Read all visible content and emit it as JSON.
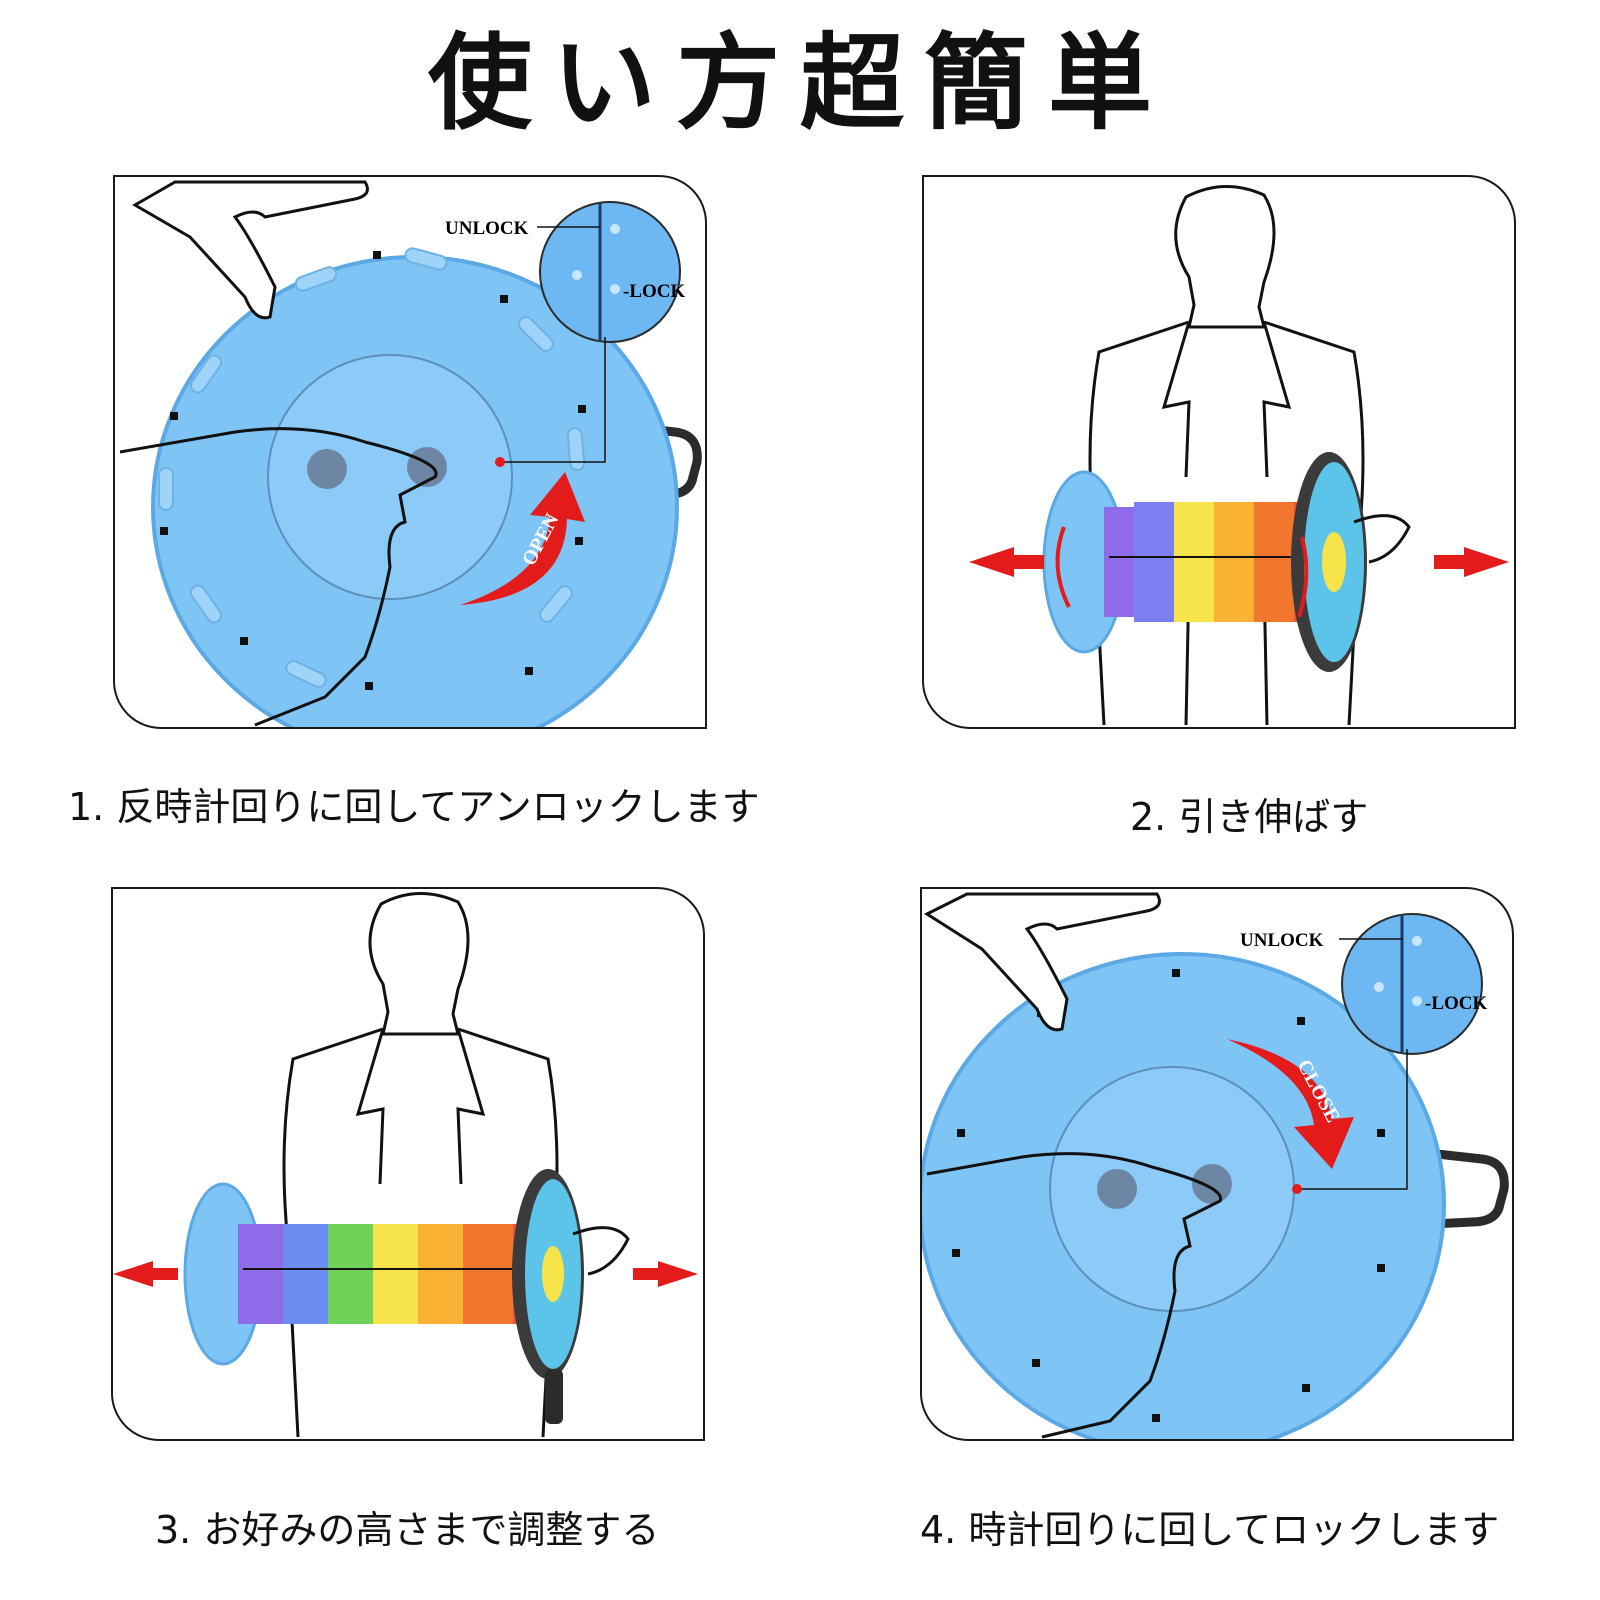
{
  "title": "使い方超簡単",
  "steps": [
    {
      "caption": "1. 反時計回りに回してアンロックします",
      "unlock_label": "UNLOCK",
      "lock_label": "-LOCK",
      "arrow_label": "OPEN"
    },
    {
      "caption": "2. 引き伸ばす"
    },
    {
      "caption": "3. お好みの高さまで調整する"
    },
    {
      "caption": "4. 時計回りに回してロックします",
      "unlock_label": "UNLOCK",
      "lock_label": "-LOCK",
      "arrow_label": "CLOSE"
    }
  ],
  "colors": {
    "stool_blue": "#7ec4f5",
    "stool_edge": "#5aa9e6",
    "arrow_red": "#e31b1b",
    "rainbow": [
      "#8e6be8",
      "#6c8cf0",
      "#6fd35a",
      "#f7e34a",
      "#f9b234",
      "#f3762f",
      "#e9533a"
    ]
  }
}
